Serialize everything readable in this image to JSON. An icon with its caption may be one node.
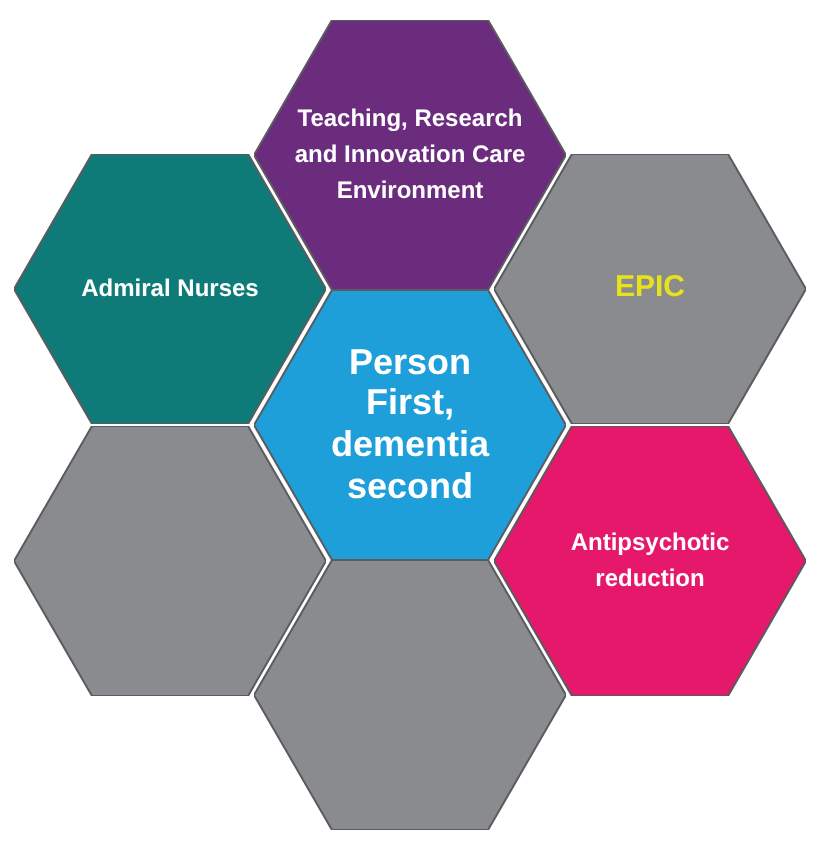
{
  "diagram": {
    "nodes": [
      {
        "text": [
          "Teaching, Research and Innovation Care Environment"
        ]
      },
      {
        "text": [
          "Admiral Nurses"
        ]
      },
      {
        "text": [
          "EPIC"
        ]
      },
      {
        "text": [
          "Person First, dementia second"
        ]
      },
      {
        "text": [
          "Antipsychotic reduction"
        ]
      },
      {
        "text": [],
        "shape": "hexagon"
      },
      {
        "text": [],
        "shape": "hexagon"
      }
    ]
  }
}
